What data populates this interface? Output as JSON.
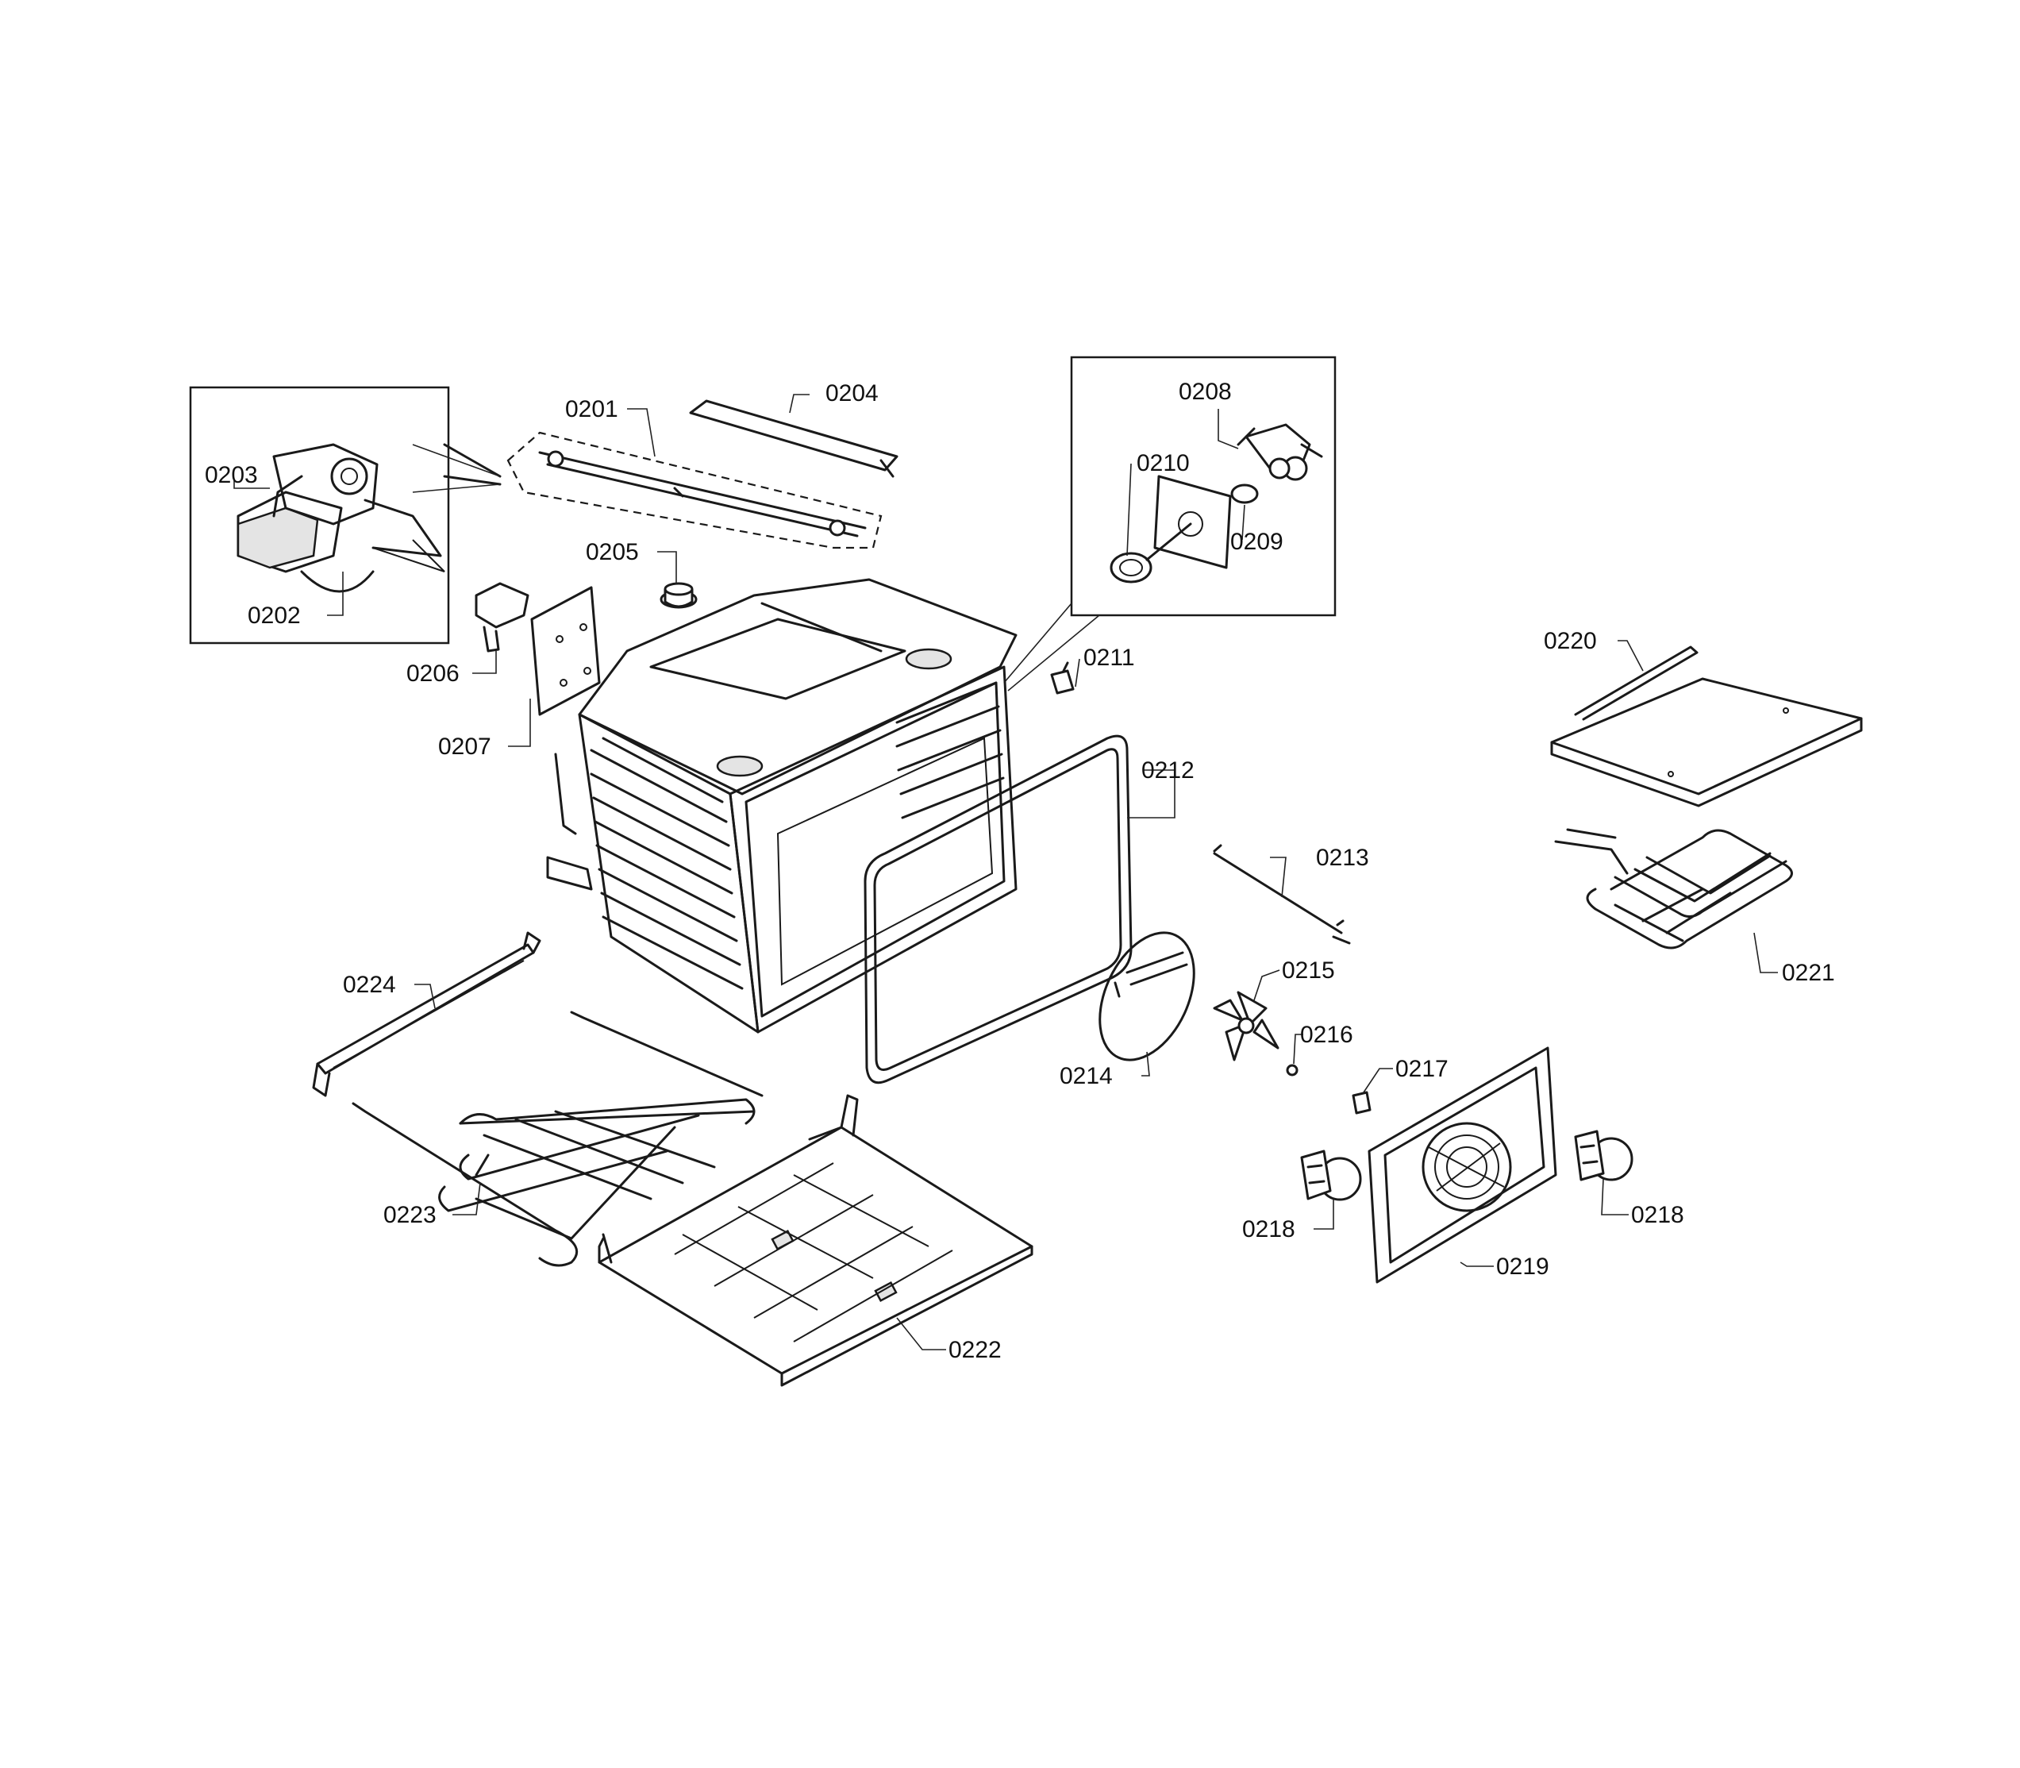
{
  "diagram": {
    "callouts": [
      {
        "id": "0201",
        "text": "0201"
      },
      {
        "id": "0202",
        "text": "0202"
      },
      {
        "id": "0203",
        "text": "0203"
      },
      {
        "id": "0204",
        "text": "0204"
      },
      {
        "id": "0205",
        "text": "0205"
      },
      {
        "id": "0206",
        "text": "0206"
      },
      {
        "id": "0207",
        "text": "0207"
      },
      {
        "id": "0208",
        "text": "0208"
      },
      {
        "id": "0209",
        "text": "0209"
      },
      {
        "id": "0210",
        "text": "0210"
      },
      {
        "id": "0211",
        "text": "0211"
      },
      {
        "id": "0212",
        "text": "0212"
      },
      {
        "id": "0213",
        "text": "0213"
      },
      {
        "id": "0214",
        "text": "0214"
      },
      {
        "id": "0215",
        "text": "0215"
      },
      {
        "id": "0216",
        "text": "0216"
      },
      {
        "id": "0217",
        "text": "0217"
      },
      {
        "id": "0218a",
        "text": "0218"
      },
      {
        "id": "0218b",
        "text": "0218"
      },
      {
        "id": "0219",
        "text": "0219"
      },
      {
        "id": "0220",
        "text": "0220"
      },
      {
        "id": "0221",
        "text": "0221"
      },
      {
        "id": "0222",
        "text": "0222"
      },
      {
        "id": "0223",
        "text": "0223"
      },
      {
        "id": "0224",
        "text": "0224"
      }
    ]
  }
}
